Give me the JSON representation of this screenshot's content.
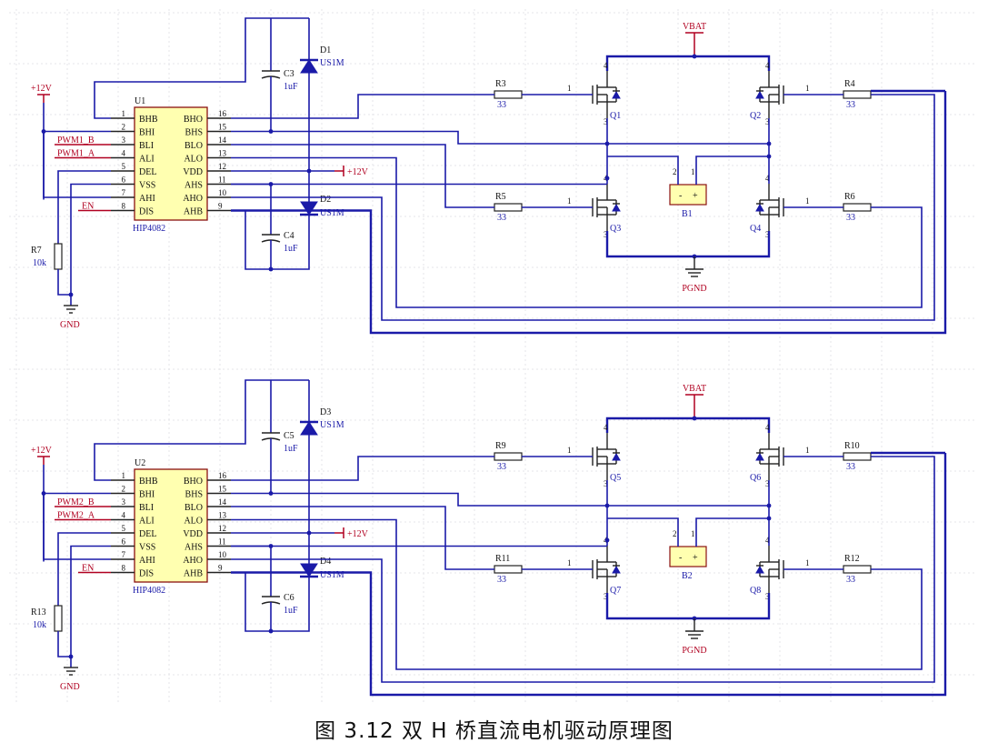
{
  "caption": "图 3.12 双 H 桥直流电机驱动原理图",
  "labels": {
    "vbat": "VBAT",
    "pgnd": "PGND",
    "gnd": "GND",
    "plus12v": "+12V",
    "en": "EN",
    "ic_part": "HIP4082"
  },
  "ic_pins_left": [
    {
      "num": "1",
      "name": "BHB"
    },
    {
      "num": "2",
      "name": "BHI"
    },
    {
      "num": "3",
      "name": "BLI"
    },
    {
      "num": "4",
      "name": "ALI"
    },
    {
      "num": "5",
      "name": "DEL"
    },
    {
      "num": "6",
      "name": "VSS"
    },
    {
      "num": "7",
      "name": "AHI"
    },
    {
      "num": "8",
      "name": "DIS"
    }
  ],
  "ic_pins_right": [
    {
      "num": "16",
      "name": "BHO"
    },
    {
      "num": "15",
      "name": "BHS"
    },
    {
      "num": "14",
      "name": "BLO"
    },
    {
      "num": "13",
      "name": "ALO"
    },
    {
      "num": "12",
      "name": "VDD"
    },
    {
      "num": "11",
      "name": "AHS"
    },
    {
      "num": "10",
      "name": "AHO"
    },
    {
      "num": "9",
      "name": "AHB"
    }
  ],
  "bridges": [
    {
      "ic": "U1",
      "pwm_b": "PWM1_B",
      "pwm_a": "PWM1_A",
      "cap_top": "C3",
      "cap_bot": "C4",
      "cap_val": "1uF",
      "diode_top": "D1",
      "diode_bot": "D2",
      "diode_val": "US1M",
      "r_pull": "R7",
      "r_pull_val": "10k",
      "r_tl": "R3",
      "r_tr": "R4",
      "r_bl": "R5",
      "r_br": "R6",
      "r_gate_val": "33",
      "q_tl": "Q1",
      "q_tr": "Q2",
      "q_bl": "Q3",
      "q_br": "Q4",
      "motor": "B1"
    },
    {
      "ic": "U2",
      "pwm_b": "PWM2_B",
      "pwm_a": "PWM2_A",
      "cap_top": "C5",
      "cap_bot": "C6",
      "cap_val": "1uF",
      "diode_top": "D3",
      "diode_bot": "D4",
      "diode_val": "US1M",
      "r_pull": "R13",
      "r_pull_val": "10k",
      "r_tl": "R9",
      "r_tr": "R10",
      "r_bl": "R11",
      "r_br": "R12",
      "r_gate_val": "33",
      "q_tl": "Q5",
      "q_tr": "Q6",
      "q_bl": "Q7",
      "q_br": "Q8",
      "motor": "B2"
    }
  ],
  "mosfet_pins": {
    "gate": "1",
    "drain": "4",
    "source": "3"
  },
  "motor_pins": {
    "left": "2",
    "right": "1",
    "minus": "-",
    "plus": "+"
  }
}
